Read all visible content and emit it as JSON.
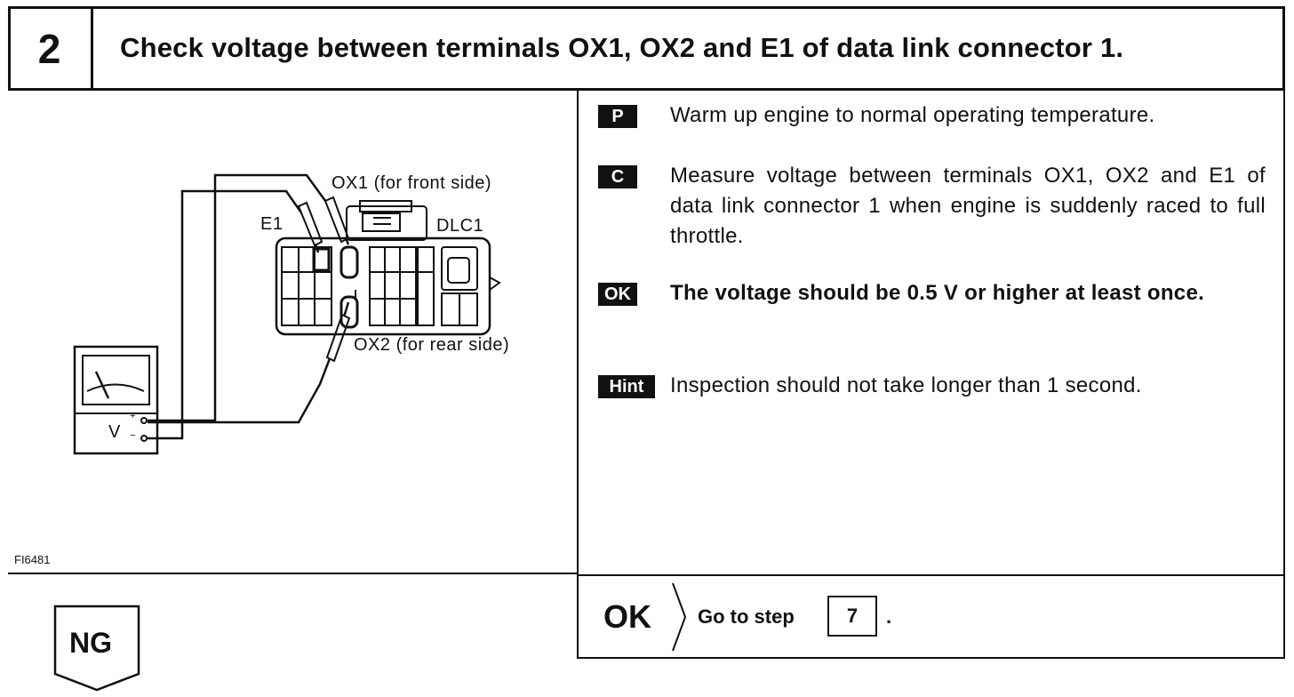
{
  "header": {
    "step_number": "2",
    "title": "Check voltage between terminals OX1, OX2 and E1 of data link connector 1."
  },
  "diagram": {
    "labels": {
      "ox1": "OX1 (for front side)",
      "e1": "E1",
      "dlc1": "DLC1",
      "ox2": "OX2 (for rear side)",
      "meter_v": "V",
      "meter_plus": "+",
      "meter_minus": "−"
    },
    "figure_id": "FI6481"
  },
  "instructions": [
    {
      "badge": "P",
      "text": "Warm up engine to normal operating temperature."
    },
    {
      "badge": "C",
      "text": "Measure voltage between terminals OX1, OX2 and E1 of data link connector 1 when engine is suddenly raced to full throttle."
    },
    {
      "badge": "OK",
      "text": "The voltage should be 0.5 V or higher at least once."
    },
    {
      "badge": "Hint",
      "text": "Inspection should not take longer than 1 second."
    }
  ],
  "result": {
    "ok_label": "OK",
    "goto_text": "Go to step",
    "step_ref": "7",
    "period": "."
  },
  "ng": {
    "label": "NG"
  }
}
